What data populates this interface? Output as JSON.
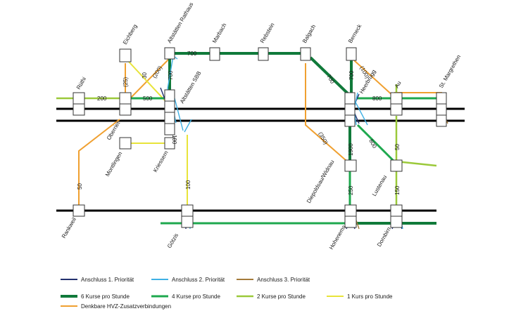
{
  "colors": {
    "rail": "#000000",
    "g6": "#107a3a",
    "g4": "#1ea84e",
    "g2": "#9bc93a",
    "y1": "#e8e43a",
    "hvz": "#f0a030",
    "prio1": "#23306e",
    "prio2": "#3fb0e4",
    "prio3": "#a47a3a"
  },
  "stations": {
    "ruethi": "Rüthi",
    "eichberg": "Eichberg",
    "altstaetten_rathaus": "Altstätten Rathaus",
    "marbach": "Marbach",
    "rebstein": "Rebstein",
    "balgach": "Balgach",
    "berneck": "Berneck",
    "heerbrugg": "Heerbrugg",
    "au": "Au",
    "st_margrethen": "St. Margrethen",
    "oberriet": "Oberriet",
    "altstaetten_sbb": "Altstätten SBB",
    "montlingen": "Montlingen",
    "kriessern": "Kriessern",
    "diepoldsau": "Diepoldsau/Widnau",
    "lustenau": "Lustenau",
    "rankweil": "Rankweil",
    "goetzis": "Götzis",
    "hohenems": "Hohenems",
    "dornbirn": "Dornbirn"
  },
  "line_labels": {
    "l200": "200",
    "l500": "500",
    "l25": "(25)",
    "l200b": "(200)",
    "l700a": "700",
    "l700b": "700",
    "l100a": "100",
    "l700c": "700",
    "l700d": "700",
    "l100b": "(100)",
    "l800a": "800",
    "l350": "(350)",
    "l1900": "1900",
    "l800b": "800",
    "l50a": "50",
    "l50b": "50",
    "l100c": "100",
    "l250": "250",
    "l150": "150",
    "l30": "30"
  },
  "legend": {
    "prio1": "Anschluss 1. Priorität",
    "prio2": "Anschluss 2. Priorität",
    "prio3": "Anschluss 3. Priorität",
    "k6": "6 Kurse pro Stunde",
    "k4": "4 Kurse pro Stunde",
    "k2": "2 Kurse pro Stunde",
    "k1": "1 Kurs pro Stunde",
    "hvz": "Denkbare HVZ-Zusatzverbindungen"
  }
}
